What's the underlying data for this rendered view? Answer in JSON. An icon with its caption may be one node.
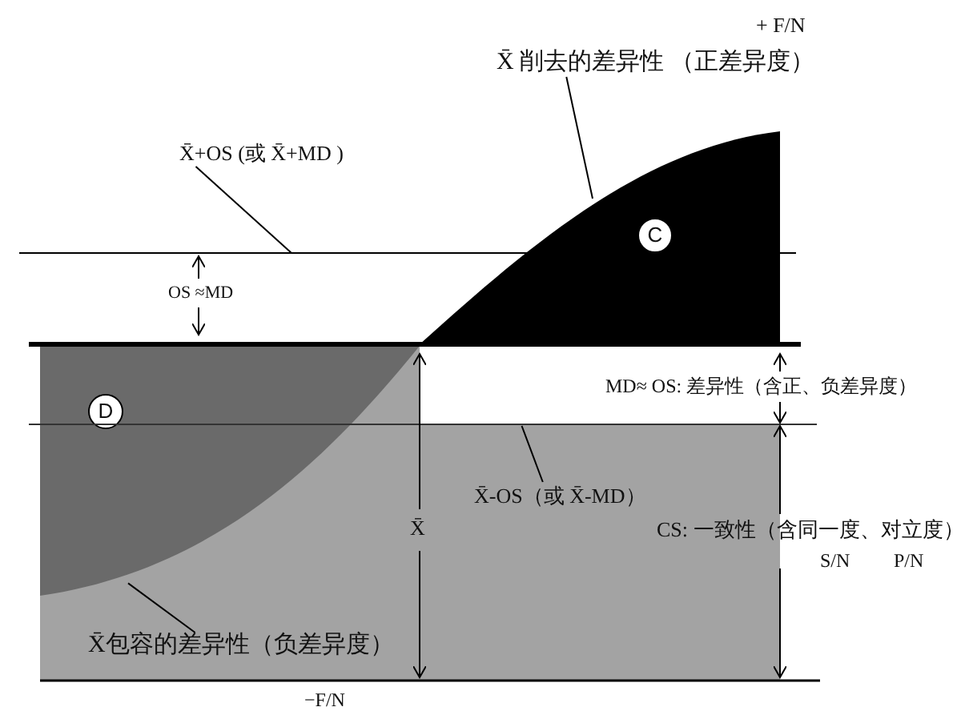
{
  "diagram": {
    "nodes": [
      {
        "text": [
          "X̄ 削去的差异性 （正差异度）"
        ]
      },
      {
        "text": [
          "X̄+OS (或 X̄+MD )"
        ]
      },
      {
        "text": [],
        "shape": "region"
      },
      {
        "text": [
          "C"
        ],
        "in": 2
      },
      {
        "text": [],
        "shape": "region"
      },
      {
        "text": [],
        "shape": "region",
        "in": 4
      },
      {
        "text": [
          "D"
        ],
        "in": 5
      },
      {
        "text": [
          "X̄-OS（或 X̄-MD）"
        ],
        "in": 4
      },
      {
        "text": [
          "X̄包容的差异性（负差异度）"
        ],
        "in": 4
      }
    ],
    "edges": [
      {
        "from": 0,
        "to": 2,
        "arrow": "none"
      },
      {
        "from": 1,
        "to": null,
        "arrow": "none"
      },
      {
        "from": 7,
        "to": 4,
        "arrow": "none"
      },
      {
        "from": 8,
        "to": 5,
        "arrow": "none"
      }
    ],
    "labels": [
      "+ F/N",
      "OS ≈MD",
      "MD≈ OS: 差异性（含正、负差异度）",
      "X̄",
      "CS: 一致性（含同一度、对立度）",
      "S/N",
      "P/N",
      "−F/N"
    ]
  }
}
